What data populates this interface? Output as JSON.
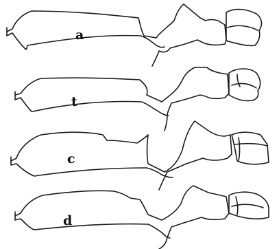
{
  "panels": [
    {
      "label": "a"
    },
    {
      "label": "t"
    },
    {
      "label": "c"
    },
    {
      "label": "d"
    }
  ]
}
